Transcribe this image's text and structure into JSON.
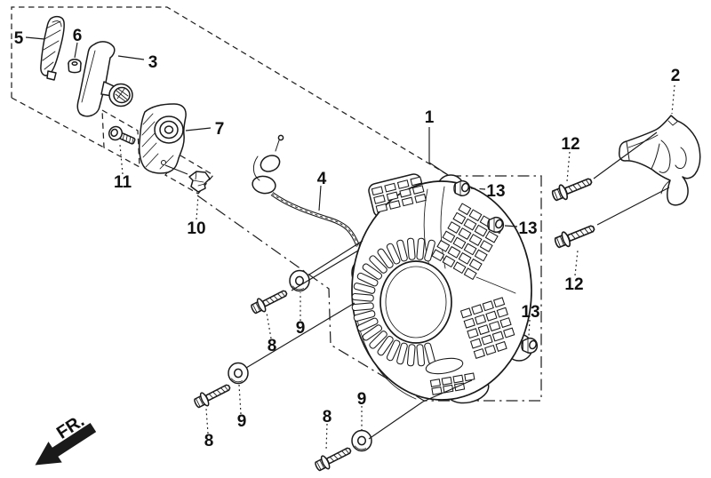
{
  "colors": {
    "line": "#1a1a1a",
    "background": "#ffffff"
  },
  "callouts": [
    {
      "text": "1"
    },
    {
      "text": "2"
    },
    {
      "text": "3"
    },
    {
      "text": "4"
    },
    {
      "text": "5"
    },
    {
      "text": "6"
    },
    {
      "text": "7"
    },
    {
      "text": "8"
    },
    {
      "text": "8"
    },
    {
      "text": "8"
    },
    {
      "text": "9"
    },
    {
      "text": "9"
    },
    {
      "text": "9"
    },
    {
      "text": "10"
    },
    {
      "text": "11"
    },
    {
      "text": "12"
    },
    {
      "text": "12"
    },
    {
      "text": "13"
    },
    {
      "text": "13"
    },
    {
      "text": "13"
    }
  ],
  "direction_indicator": {
    "text": "FR."
  }
}
